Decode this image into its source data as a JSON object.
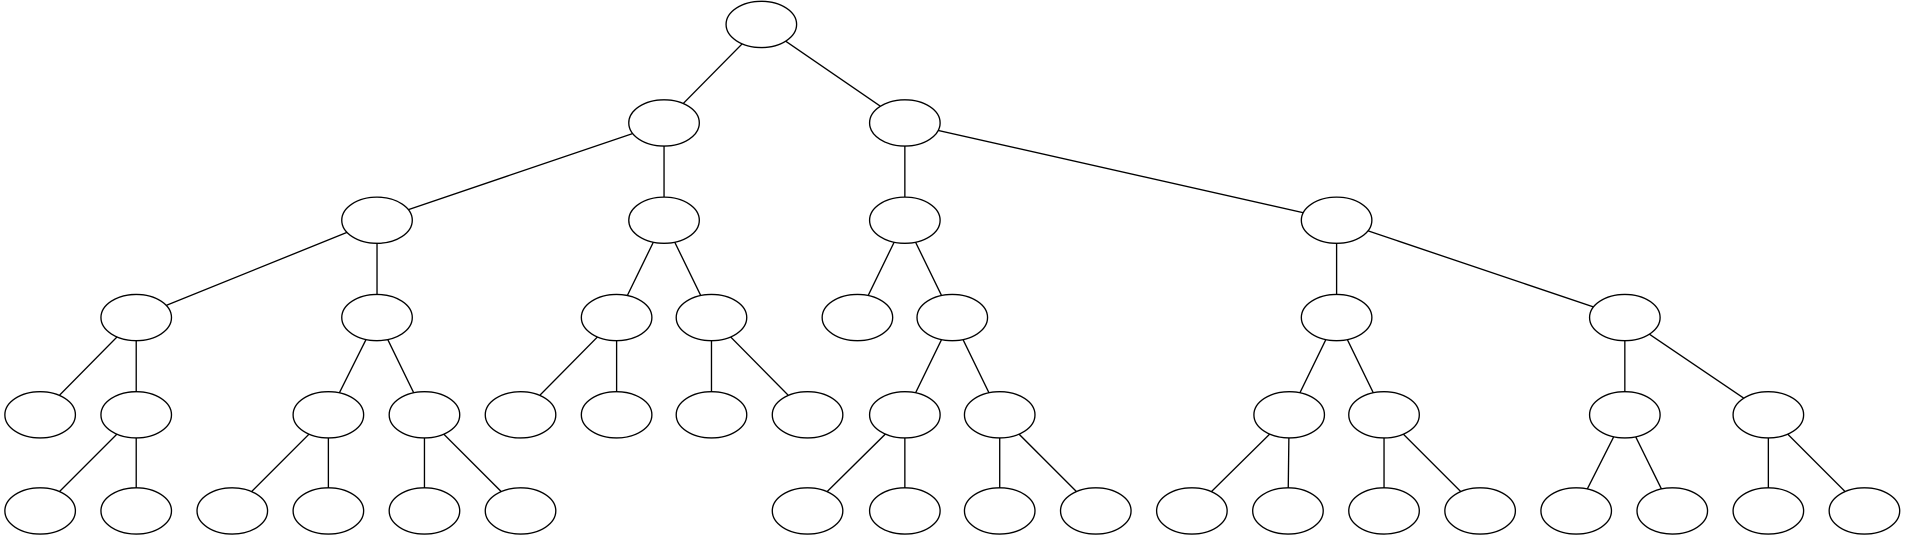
{
  "diagram": {
    "type": "tree",
    "node_labels_shown": false,
    "colors": {
      "stroke": "#000000",
      "fill": "#ffffff"
    },
    "nodes": [
      {
        "id": "n0",
        "parent": null
      },
      {
        "id": "n1",
        "parent": "n0"
      },
      {
        "id": "n2",
        "parent": "n0"
      },
      {
        "id": "n3",
        "parent": "n1"
      },
      {
        "id": "n4",
        "parent": "n1"
      },
      {
        "id": "n5",
        "parent": "n2"
      },
      {
        "id": "n6",
        "parent": "n2"
      },
      {
        "id": "n7",
        "parent": "n3"
      },
      {
        "id": "n8",
        "parent": "n3"
      },
      {
        "id": "n9",
        "parent": "n4"
      },
      {
        "id": "n10",
        "parent": "n4"
      },
      {
        "id": "n11",
        "parent": "n5"
      },
      {
        "id": "n12",
        "parent": "n5"
      },
      {
        "id": "n13",
        "parent": "n6"
      },
      {
        "id": "n14",
        "parent": "n6"
      },
      {
        "id": "n15",
        "parent": "n7"
      },
      {
        "id": "n16",
        "parent": "n7"
      },
      {
        "id": "n17",
        "parent": "n8"
      },
      {
        "id": "n18",
        "parent": "n8"
      },
      {
        "id": "n19",
        "parent": "n9"
      },
      {
        "id": "n20",
        "parent": "n9"
      },
      {
        "id": "n21",
        "parent": "n10"
      },
      {
        "id": "n22",
        "parent": "n10"
      },
      {
        "id": "n23",
        "parent": "n12"
      },
      {
        "id": "n24",
        "parent": "n12"
      },
      {
        "id": "n25",
        "parent": "n13"
      },
      {
        "id": "n26",
        "parent": "n13"
      },
      {
        "id": "n27",
        "parent": "n14"
      },
      {
        "id": "n28",
        "parent": "n14"
      },
      {
        "id": "n29",
        "parent": "n16"
      },
      {
        "id": "n30",
        "parent": "n16"
      },
      {
        "id": "n31",
        "parent": "n17"
      },
      {
        "id": "n32",
        "parent": "n17"
      },
      {
        "id": "n33",
        "parent": "n18"
      },
      {
        "id": "n34",
        "parent": "n18"
      },
      {
        "id": "n35",
        "parent": "n23"
      },
      {
        "id": "n36",
        "parent": "n23"
      },
      {
        "id": "n37",
        "parent": "n24"
      },
      {
        "id": "n38",
        "parent": "n24"
      },
      {
        "id": "n39",
        "parent": "n25"
      },
      {
        "id": "n40",
        "parent": "n25"
      },
      {
        "id": "n41",
        "parent": "n26"
      },
      {
        "id": "n42",
        "parent": "n26"
      },
      {
        "id": "n43",
        "parent": "n27"
      },
      {
        "id": "n44",
        "parent": "n27"
      },
      {
        "id": "n45",
        "parent": "n28"
      },
      {
        "id": "n46",
        "parent": "n28"
      }
    ]
  }
}
